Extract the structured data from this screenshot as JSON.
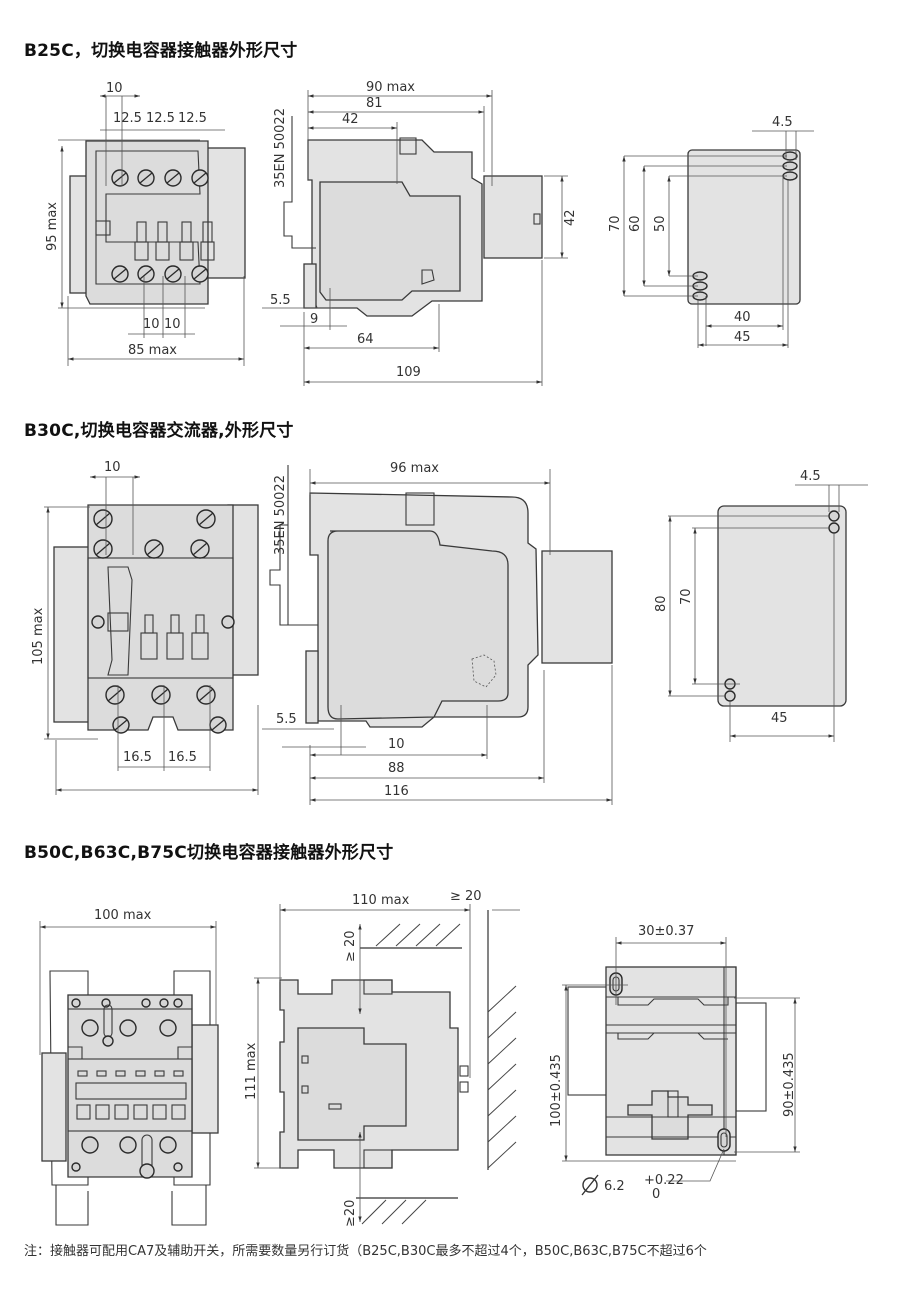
{
  "sections": [
    {
      "title": "B25C，切换电容器接触器外形尺寸",
      "front_view": {
        "dims": {
          "pitch_top": "10",
          "pole_1": "12.5",
          "pole_2": "12.5",
          "pole_3": "12.5",
          "height": "95 max",
          "bottom_1": "10",
          "bottom_2": "10",
          "width": "85 max"
        }
      },
      "side_view": {
        "dims": {
          "rail": "35EN 50022",
          "overall": "90 max",
          "d81": "81",
          "d42": "42",
          "aux_height": "42",
          "d5_5": "5.5",
          "d9": "9",
          "d64": "64",
          "d109": "109"
        }
      },
      "mount_view": {
        "dims": {
          "slot": "4.5",
          "h70": "70",
          "h60": "60",
          "h50": "50",
          "w40": "40",
          "w45": "45"
        }
      }
    },
    {
      "title": "B30C,切换电容器交流器,外形尺寸",
      "front_view": {
        "dims": {
          "pitch_top": "10",
          "height": "105 max",
          "bottom_1": "16.5",
          "bottom_2": "16.5"
        }
      },
      "side_view": {
        "dims": {
          "rail": "35EN 50022",
          "overall": "96 max",
          "d5_5": "5.5",
          "d10": "10",
          "d88": "88",
          "d116": "116"
        }
      },
      "mount_view": {
        "dims": {
          "slot": "4.5",
          "h80": "80",
          "h70": "70",
          "w45": "45"
        }
      }
    },
    {
      "title": "B50C,B63C,B75C切换电容器接触器外形尺寸",
      "front_view": {
        "dims": {
          "width": "100 max"
        }
      },
      "side_view": {
        "dims": {
          "overall": "110 max",
          "clear_right": "≥ 20",
          "clear_top": "≥ 20",
          "clear_bottom": "≥20",
          "height": "111 max"
        }
      },
      "mount_view": {
        "dims": {
          "width": "30±0.37",
          "h100": "100±0.435",
          "h90": "90±0.435",
          "hole": "6.2",
          "tol_upper": "+0.22",
          "tol_lower": "0"
        }
      }
    }
  ],
  "note": "注：接触器可配用CA7及辅助开关，所需要数量另行订货（B25C,B30C最多不超过4个，B50C,B63C,B75C不超过6个"
}
